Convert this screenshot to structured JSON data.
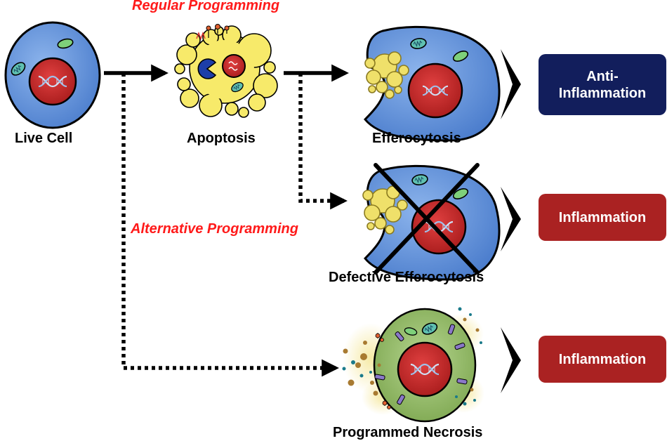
{
  "headings": {
    "regular": "Regular Programming",
    "alternative": "Alternative Programming"
  },
  "cells": {
    "live": "Live Cell",
    "apoptosis": "Apoptosis",
    "efferocytosis": "Efferocytosis",
    "defective": "Defective Efferocytosis",
    "necrosis": "Programmed Necrosis"
  },
  "outcomes": {
    "anti_line1": "Anti-",
    "anti_line2": "Inflammation",
    "inflammation_1": "Inflammation",
    "inflammation_2": "Inflammation"
  },
  "colors": {
    "heading_red": "#ff1a1a",
    "anti_badge": "#121e5c",
    "inflammation_badge": "#aa2222",
    "cell_blue": "#5b8ed8",
    "nucleus_red": "#c82828",
    "apoptotic_yellow": "#f7ea6a",
    "necrotic_green": "#94bb6a"
  }
}
